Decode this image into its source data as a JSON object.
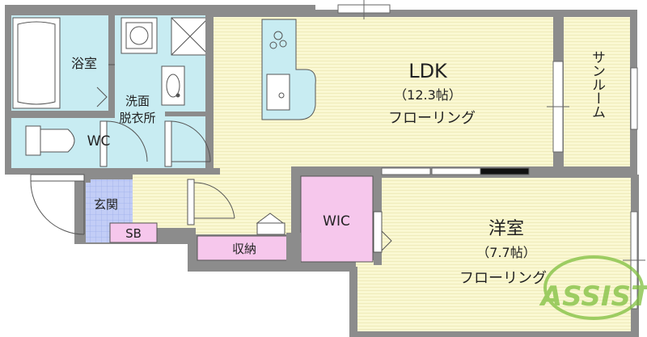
{
  "rooms": {
    "ldk": {
      "name": "LDK",
      "size": "（12.3帖）",
      "floor": "フローリング"
    },
    "western": {
      "name": "洋室",
      "size": "（7.7帖）",
      "floor": "フローリング"
    },
    "sunroom": {
      "name": "サンルーム"
    },
    "bath": {
      "name": "浴室"
    },
    "washroom": {
      "line1": "洗面",
      "line2": "脱衣所"
    },
    "wc": {
      "name": "WC"
    },
    "entrance": {
      "name": "玄関"
    },
    "sb": {
      "name": "SB"
    },
    "storage": {
      "name": "収納"
    },
    "wic": {
      "name": "WIC"
    }
  },
  "watermark": {
    "text": "ASSIST"
  },
  "colors": {
    "wall": "#8c8c8c",
    "floor": "#faf8d2",
    "water": "#c8ecf2",
    "closet": "#f6c7ec",
    "tile": "#c2cdf6",
    "watermark": "#7fbf3f"
  }
}
